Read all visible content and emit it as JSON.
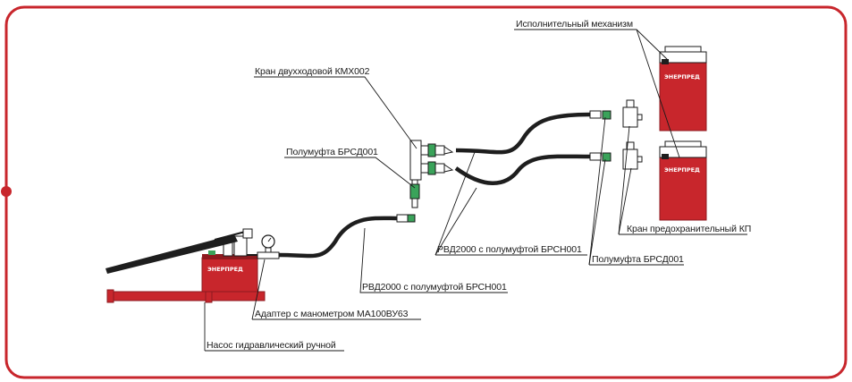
{
  "colors": {
    "frame": "#c8262c",
    "equipment_red": "#c8262c",
    "equipment_dark": "#8e1a1f",
    "hose": "#1e1e1e",
    "fitting_green": "#3aa35a",
    "leader": "#1a1a1a"
  },
  "brand_text": "ЭНЕРПРЕД",
  "labels": {
    "actuator": "Исполнительный механизм",
    "two_way_valve": "Кран двухходовой КМХ002",
    "coupling_left": "Полумуфта БРСД001",
    "hose_right": "РВД2000 с полумуфтой БРСН001",
    "coupling_right": "Полумуфта БРСД001",
    "safety_valve": "Кран предохранительный КП",
    "hose_middle": "РВД2000 с полумуфтой БРСН001",
    "gauge_adapter": "Адаптер с манометром МА100ВУ63",
    "hand_pump": "Насос гидравлический ручной"
  }
}
